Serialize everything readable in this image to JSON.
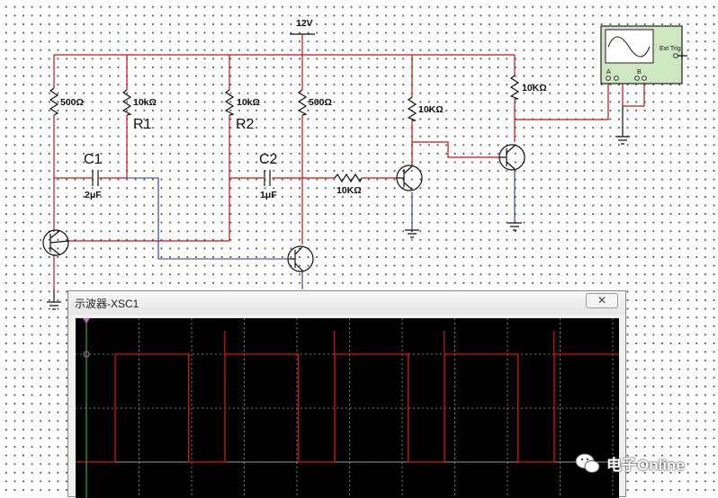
{
  "schematic": {
    "supply_label": "12V",
    "resistors": {
      "r_left_collector": "500Ω",
      "r1_value": "10kΩ",
      "r1_ref": "R1",
      "r2_value": "10kΩ",
      "r2_ref": "R2",
      "r_right_collector": "500Ω",
      "r_stage2_collector": "10KΩ",
      "r_base_series": "10KΩ",
      "r_stage3_collector": "10KΩ"
    },
    "capacitors": {
      "c1_ref": "C1",
      "c1_value": "2μF",
      "c2_ref": "C2",
      "c2_value": "1μF"
    },
    "instrument_icon": {
      "ext_trig_label": "Ext Trig",
      "channel_a": "A",
      "channel_b": "B"
    }
  },
  "oscilloscope_window": {
    "title": "示波器-XSC1",
    "close_glyph": "✕",
    "trace_color": "#e01010",
    "waveform": {
      "type": "square",
      "duty_cycle": 0.67
    }
  },
  "watermark": {
    "text": "电子Online"
  }
}
